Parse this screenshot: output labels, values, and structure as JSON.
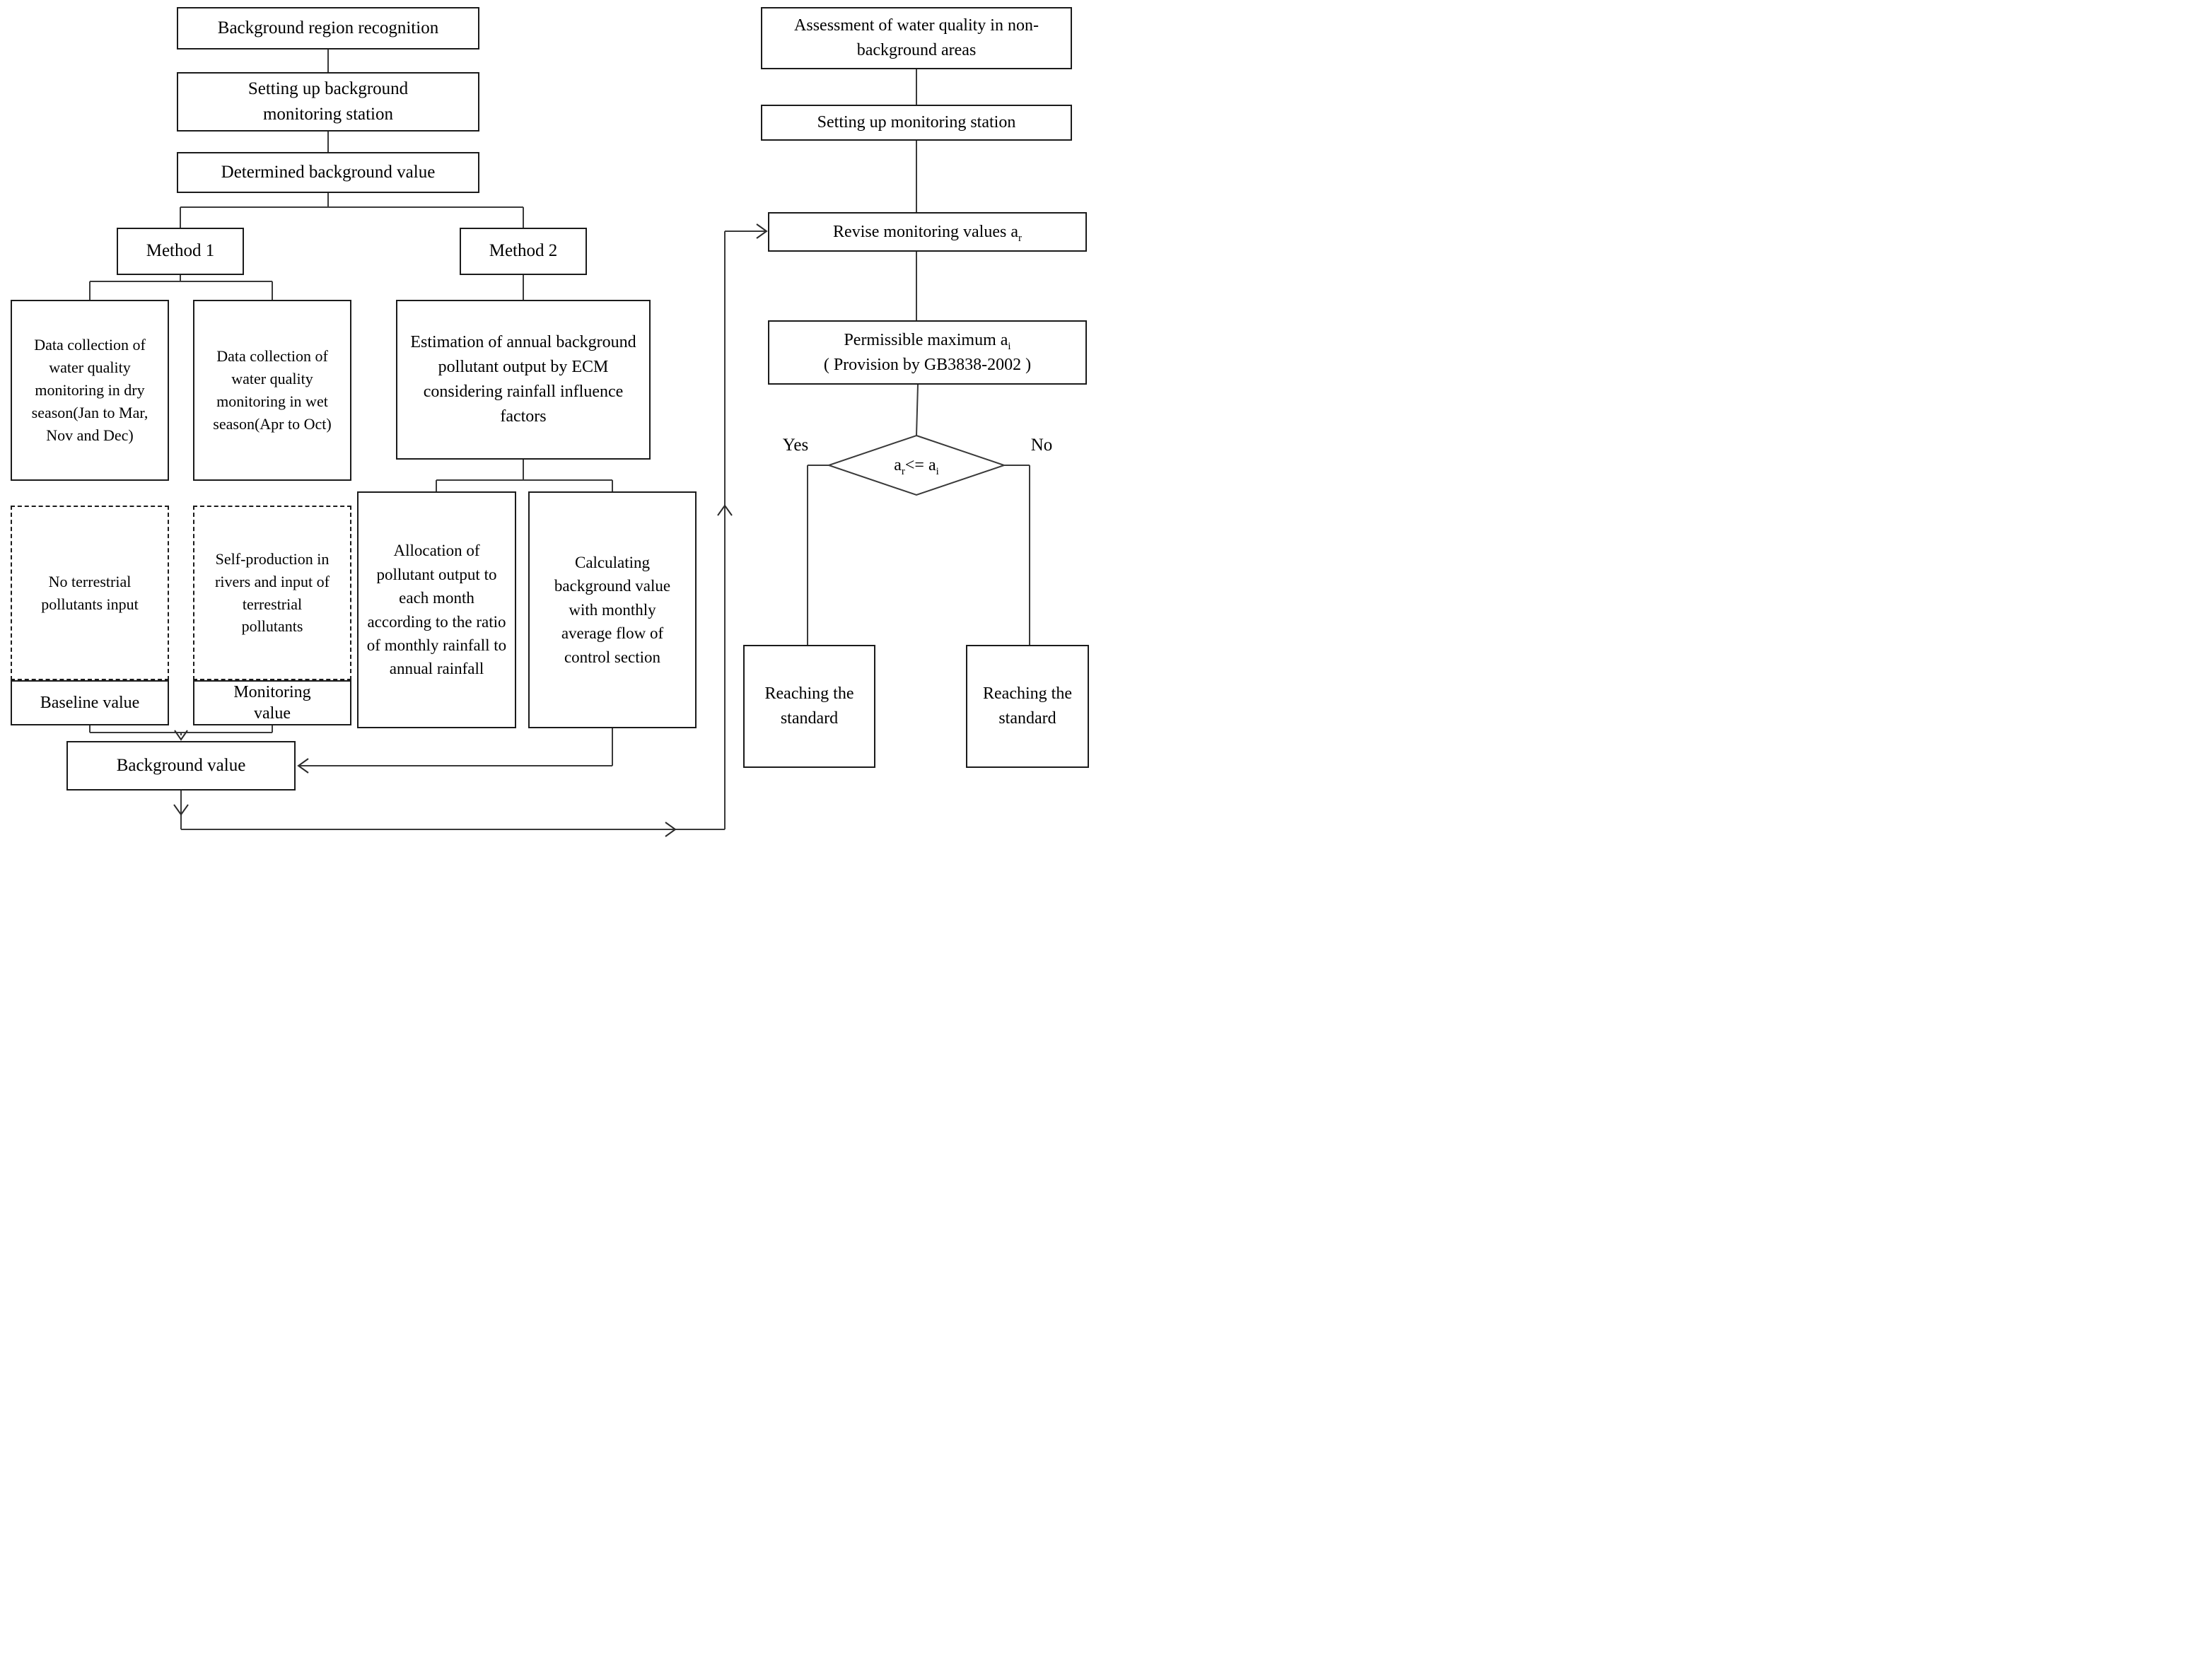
{
  "colors": {
    "ink": "#000000",
    "line": "#3a3a3a",
    "background": "#ffffff"
  },
  "flowchart": {
    "left": {
      "background_region": "Background region recognition",
      "setting_background_station": "Setting up background monitoring station",
      "determined_background": "Determined background value",
      "method1": "Method 1",
      "method2": "Method 2",
      "data_dry": "Data collection of water quality monitoring in dry season(Jan to Mar, Nov and Dec)",
      "data_wet": "Data collection of water quality monitoring in wet season(Apr to Oct)",
      "no_terrestrial": "No terrestrial pollutants input",
      "self_production": "Self-production in rivers and input of terrestrial pollutants",
      "baseline_value": "Baseline value",
      "monitoring_value": "Monitoring value",
      "background_value": "Background value",
      "estimation_ecm": "Estimation of annual background pollutant output by ECM considering rainfall influence factors",
      "allocation": "Allocation of pollutant output to each month according to the ratio of monthly rainfall to annual rainfall",
      "calculating": "Calculating background value with monthly average flow of control section"
    },
    "right": {
      "assessment": "Assessment of water quality in non-background areas",
      "setting_station": "Setting up monitoring station",
      "revise_pre": "Revise monitoring values a",
      "revise_sub": "r",
      "permissible_pre": "Permissible maximum a",
      "permissible_sub": "i",
      "permissible_line2": "( Provision by GB3838-2002 )",
      "decision_a": "a",
      "decision_sub_r": "r",
      "decision_op": "<= a",
      "decision_sub_i": "i",
      "yes": "Yes",
      "no": "No",
      "reaching_standard_yes": "Reaching the standard",
      "reaching_standard_no": "Reaching the standard"
    }
  }
}
